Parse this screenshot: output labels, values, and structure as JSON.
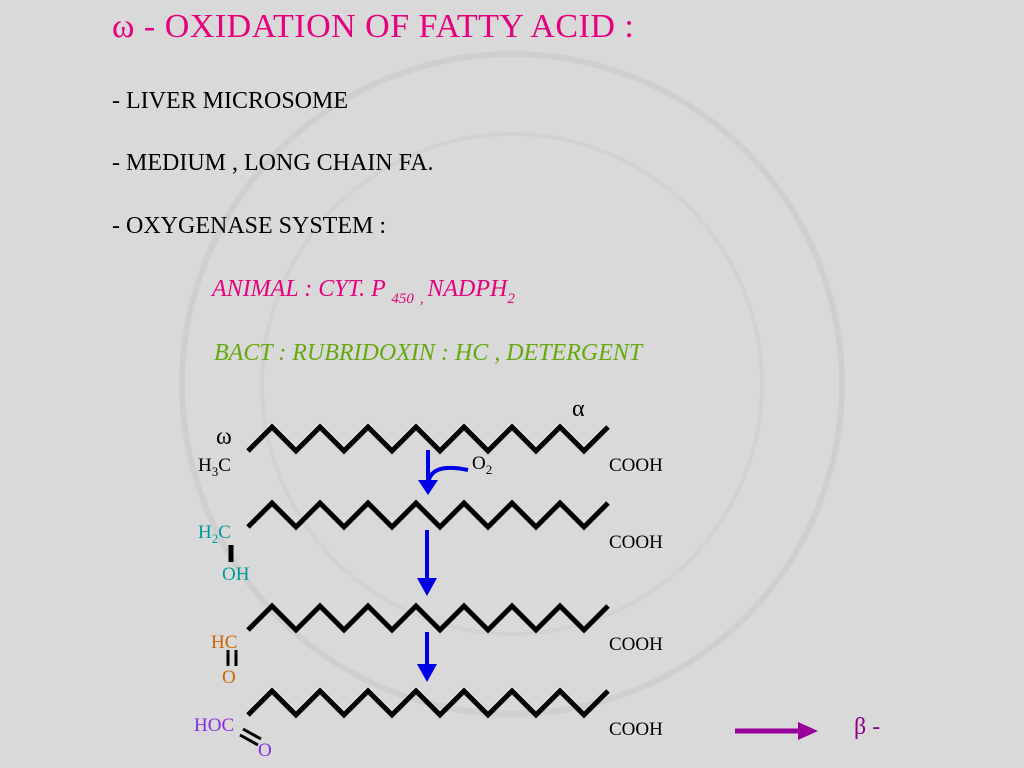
{
  "title": {
    "omega": "ω",
    "text": "- OXIDATION   OF   FATTY   ACID   :"
  },
  "bullets": [
    "-  LIVER   MICROSOME",
    "-  MEDIUM  ,  LONG  CHAIN  FA.",
    "-  OXYGENASE   SYSTEM  :"
  ],
  "animal": {
    "label": "ANIMAL :   CYT.  P",
    "sub": "450",
    "sep": "   ,   ",
    "nadph": "NADPH",
    "nadph_sub": "2"
  },
  "bact": {
    "text": "BACT     :   RUBRIDOXIN            :     HC  ,  DETERGENT"
  },
  "diagram": {
    "omega": "ω",
    "alpha": "α",
    "h3c": {
      "h": "H",
      "sub": "3",
      "c": "C"
    },
    "o2": {
      "o": "O",
      "sub": "2"
    },
    "cooh": "COOH",
    "h2c": {
      "h": "H",
      "sub": "2",
      "c": "C"
    },
    "oh": "OH",
    "hc": "HC",
    "o": "O",
    "hoc": "HOC",
    "beta": "β -",
    "colors": {
      "blue": "#0000e6",
      "purple": "#990099",
      "teal": "#009999",
      "orange": "#cc6600",
      "violet": "#8a2be2"
    }
  }
}
